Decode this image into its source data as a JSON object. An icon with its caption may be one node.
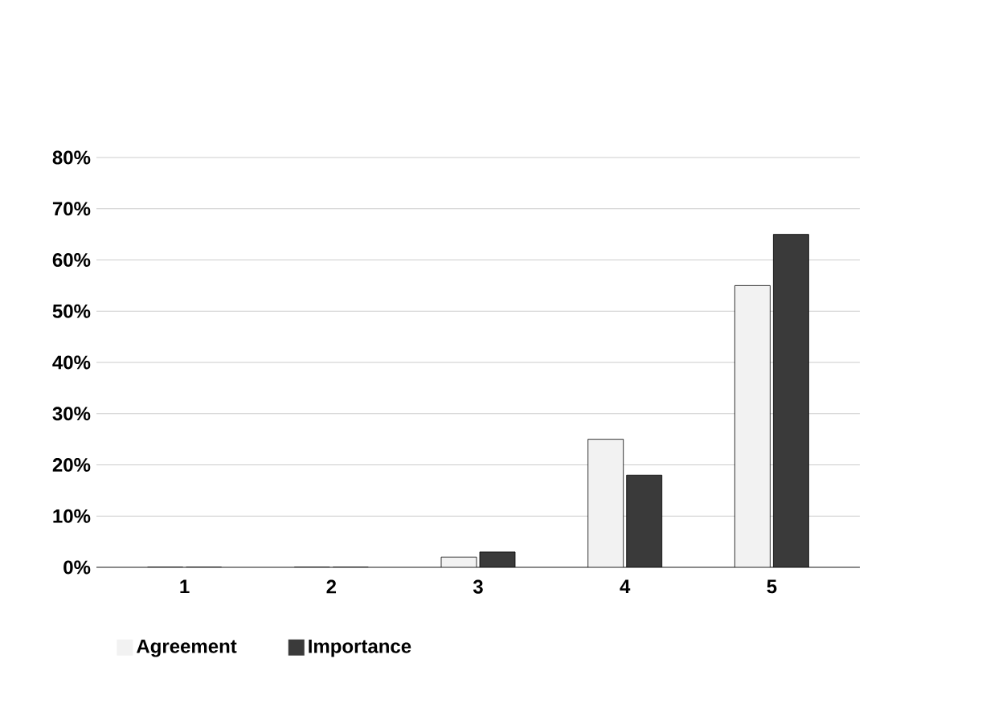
{
  "diagram": {
    "chart_data": {
      "type": "bar",
      "categories": [
        "1",
        "2",
        "3",
        "4",
        "5"
      ],
      "series": [
        {
          "name": "Agreement",
          "color": "#f2f2f2",
          "values": [
            0,
            0,
            2,
            25,
            55
          ]
        },
        {
          "name": "Importance",
          "color": "#3a3a3a",
          "values": [
            0,
            0,
            3,
            18,
            65
          ]
        }
      ],
      "ylim": [
        0,
        80
      ],
      "grid": "major",
      "legend": "bottom",
      "yticks": [
        {
          "value": 0,
          "label": "0%"
        },
        {
          "value": 10,
          "label": "10%"
        },
        {
          "value": 20,
          "label": "20%"
        },
        {
          "value": 30,
          "label": "30%"
        },
        {
          "value": 40,
          "label": "40%"
        },
        {
          "value": 50,
          "label": "50%"
        },
        {
          "value": 60,
          "label": "60%"
        },
        {
          "value": 70,
          "label": "70%"
        },
        {
          "value": 80,
          "label": "80%"
        }
      ]
    }
  }
}
